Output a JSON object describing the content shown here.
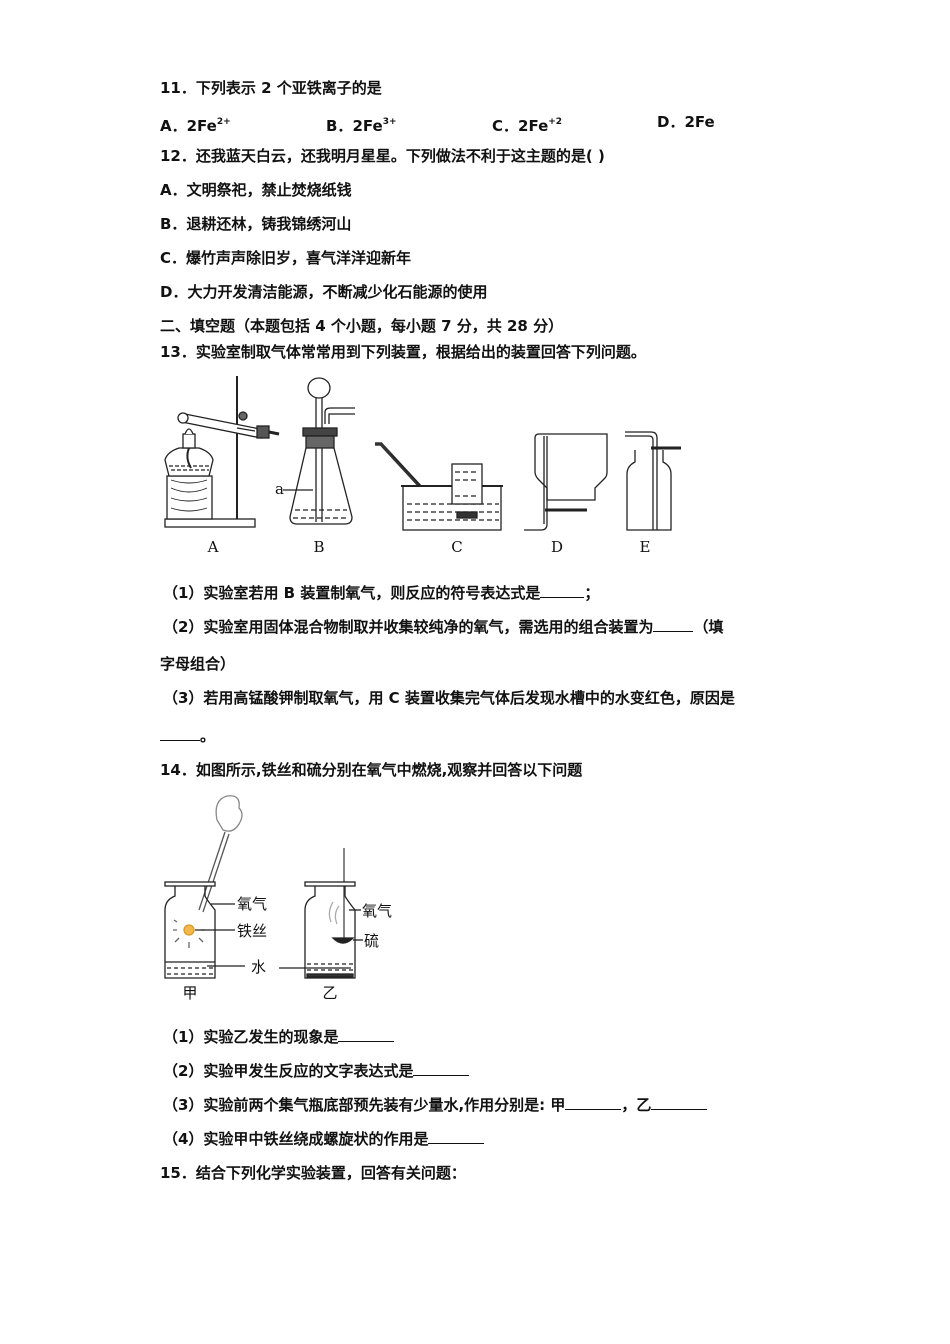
{
  "q11": {
    "stem": "11．下列表示 2 个亚铁离子的是",
    "options": [
      {
        "letter": "A．",
        "base": "2Fe",
        "sup": "2+"
      },
      {
        "letter": "B．",
        "base": "2Fe",
        "sup": "3+"
      },
      {
        "letter": "C．",
        "base": "2Fe",
        "sup": "+2"
      },
      {
        "letter": "D．",
        "base": "2Fe",
        "sup": ""
      }
    ]
  },
  "q12": {
    "stem": "12．还我蓝天白云，还我明月星星。下列做法不利于这主题的是( )",
    "options": [
      "A．文明祭祀，禁止焚烧纸钱",
      "B．退耕还林，铸我锦绣河山",
      "C．爆竹声声除旧岁，喜气洋洋迎新年",
      "D．大力开发清洁能源，不断减少化石能源的使用"
    ]
  },
  "section2": {
    "title": "二、填空题（本题包括 4 个小题，每小题 7 分，共 28 分）"
  },
  "q13": {
    "stem": "13．实验室制取气体常常用到下列装置，根据给出的装置回答下列问题。",
    "figure_labels": [
      "A",
      "B",
      "C",
      "D",
      "E"
    ],
    "figure_annotation": "a",
    "subs": [
      {
        "text": "（1）实验室若用 B 装置制氧气，则反应的符号表达式是",
        "tail": "；"
      },
      {
        "text": "（2）实验室用固体混合物制取并收集较纯净的氧气，需选用的组合装置为",
        "tail": "（填"
      },
      {
        "text": "字母组合）"
      },
      {
        "text": "（3）若用高锰酸钾制取氧气，用 C 装置收集完气体后发现水槽中的水变红色，原因是"
      },
      {
        "text": "",
        "tail": "。"
      }
    ]
  },
  "q14": {
    "stem": "14．如图所示,铁丝和硫分别在氧气中燃烧,观察并回答以下问题",
    "figure": {
      "jar1_caption": "甲",
      "jar2_caption": "乙",
      "labels": {
        "oxygen": "氧气",
        "iron_wire": "铁丝",
        "water": "水",
        "sulfur": "硫"
      }
    },
    "subs": [
      {
        "text": "（1）实验乙发生的现象是"
      },
      {
        "text": "（2）实验甲发生反应的文字表达式是"
      },
      {
        "text": "（3）实验前两个集气瓶底部预先装有少量水,作用分别是: 甲",
        "mid": "，乙"
      },
      {
        "text": "（4）实验甲中铁丝绕成螺旋状的作用是"
      }
    ]
  },
  "q15": {
    "stem": "15．结合下列化学实验装置，回答有关问题："
  }
}
